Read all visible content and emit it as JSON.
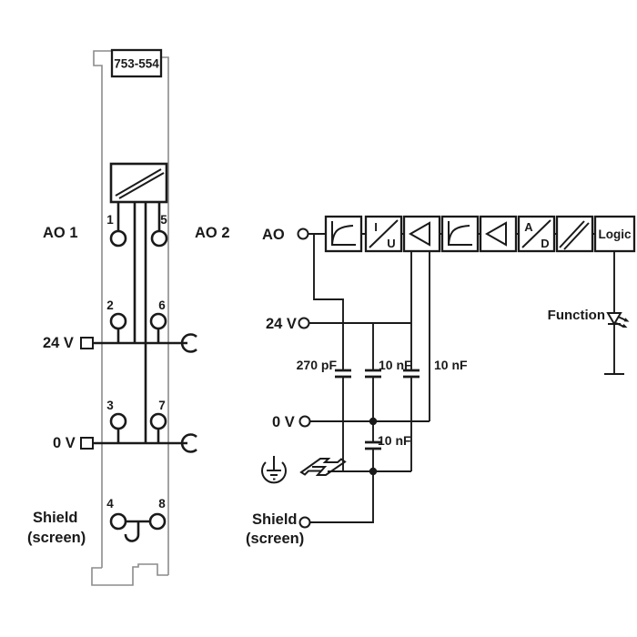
{
  "colors": {
    "ink": "#1a1a1a",
    "module_outline": "#8c8c8c",
    "background": "#ffffff"
  },
  "module": {
    "part_number": "753-554",
    "channel1_label": "AO 1",
    "channel2_label": "AO 2",
    "supply_label": "24 V",
    "ground_label": "0 V",
    "shield_label_line1": "Shield",
    "shield_label_line2": "(screen)",
    "terminals": {
      "t1": "1",
      "t2": "2",
      "t3": "3",
      "t4": "4",
      "t5": "5",
      "t6": "6",
      "t7": "7",
      "t8": "8"
    }
  },
  "schematic": {
    "ao_label": "AO",
    "supply_label": "24 V",
    "ground_label": "0 V",
    "shield_label_line1": "Shield",
    "shield_label_line2": "(screen)",
    "function_label": "Function",
    "blocks": {
      "iu_top": "I",
      "iu_bottom": "U",
      "ad_top": "A",
      "ad_bottom": "D",
      "logic": "Logic"
    },
    "capacitors": {
      "c1": "270 pF",
      "c2": "10 nF",
      "c3": "10 nF",
      "c4": "10 nF"
    }
  }
}
